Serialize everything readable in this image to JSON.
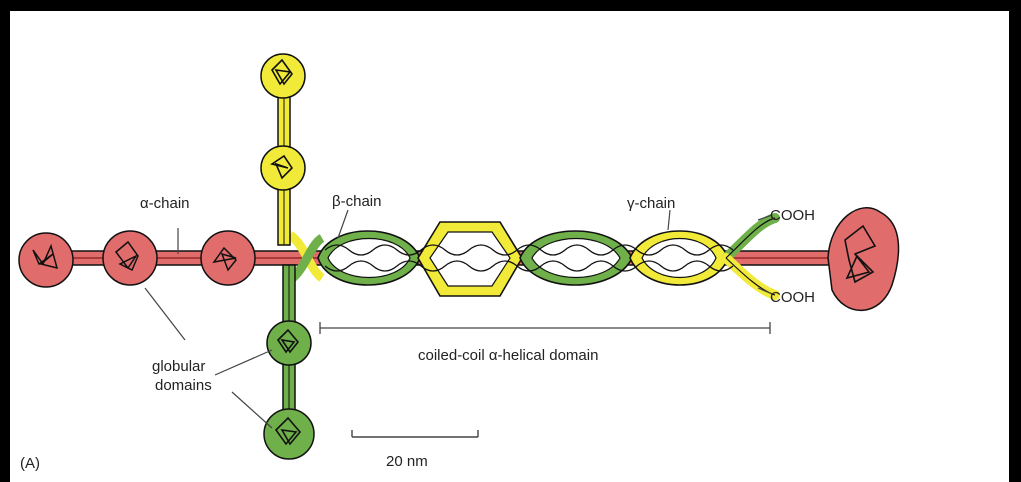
{
  "figure": {
    "panel_label": "(A)",
    "labels": {
      "alpha_chain": "α-chain",
      "beta_chain": "β-chain",
      "gamma_chain": "γ-chain",
      "cooh_top": "COOH",
      "cooh_bottom": "COOH",
      "globular_domains_line1": "globular",
      "globular_domains_line2": "domains",
      "coiled_coil_domain": "coiled-coil α-helical domain",
      "scale_bar": "20 nm"
    },
    "colors": {
      "alpha_chain": "#e06c6c",
      "alpha_chain_dark": "#a83a3a",
      "beta_chain": "#6fb04a",
      "gamma_chain": "#f2ea38",
      "outline": "#111111",
      "frame": "#000000"
    }
  }
}
